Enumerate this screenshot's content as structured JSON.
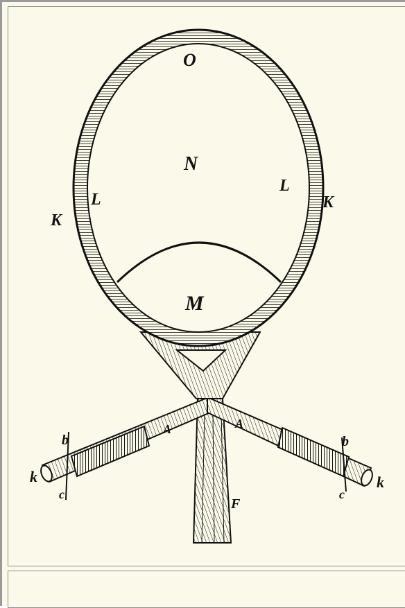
{
  "labels": {
    "O": "O",
    "N": "N",
    "M": "M",
    "L_left": "L",
    "L_right": "L",
    "K_left": "K",
    "K_right": "K",
    "F": "F",
    "A_left": "A",
    "A_right": "A",
    "b_left": "b",
    "b_right": "b",
    "c_left": "c",
    "c_right": "c",
    "k_left": "k",
    "k_right": "k"
  },
  "caption": "",
  "colors": {
    "ink": "#111111",
    "paper": "#fbfaea",
    "border": "#8c8c8c"
  }
}
